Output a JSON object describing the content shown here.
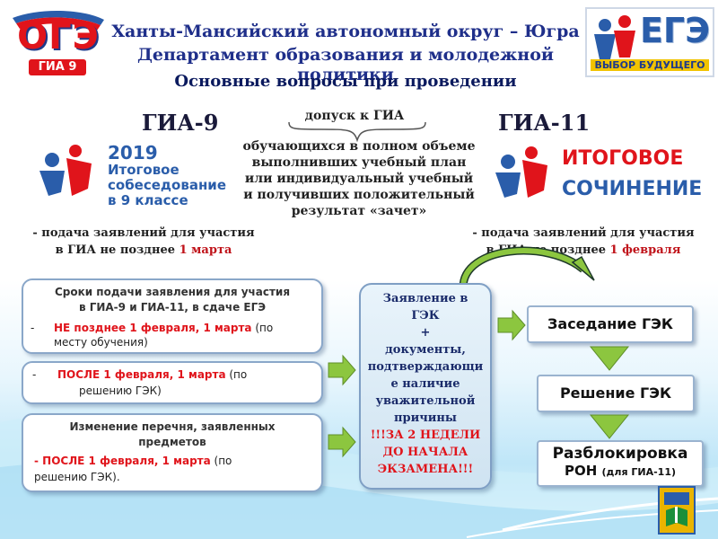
{
  "header": {
    "line1": "Ханты-Мансийский автономный округ – Югра",
    "line2": "Департамент образования и молодежной политики",
    "line3": "Основные вопросы при проведении"
  },
  "logos": {
    "oge": "ОГЭ",
    "oge_sub": "ГИА 9",
    "ege": "ЕГЭ",
    "ege_sub": "ВЫБОР БУДУЩЕГО",
    "sobes_year": "2019",
    "sobes_l1": "Итоговое",
    "sobes_l2": "собеседование",
    "sobes_l3": "в 9 классе",
    "soch_l1": "ИТОГОВОЕ",
    "soch_l2": "СОЧИНЕНИЕ"
  },
  "gia9": {
    "title": "ГИА-9",
    "note_prefix": "- подача заявлений для участия",
    "note_mid": "в ГИА не позднее ",
    "note_date": "1 марта"
  },
  "gia11": {
    "title": "ГИА-11",
    "note_prefix": "- подача заявлений для участия",
    "note_mid": "в ГИА не позднее ",
    "note_date": "1 февраля"
  },
  "admission": {
    "title": "допуск к ГИА",
    "lines": [
      "обучающихся в полном объеме",
      "выполнивших учебный план",
      "или индивидуальный учебный",
      "и получивших положительный",
      "результат «зачет»"
    ]
  },
  "left_boxes": {
    "box1_title": [
      "Сроки подачи заявления для участия",
      "в ГИА-9 и ГИА-11, в сдаче ЕГЭ"
    ],
    "box1_bullet": "-",
    "box1_red": "НЕ позднее 1 февраля, 1 марта",
    "box1_tail": " (по",
    "box1_line2": "месту обучения)",
    "box2_bullet": "-",
    "box2_red": "ПОСЛЕ 1 февраля, 1 марта",
    "box2_tail": " (по",
    "box2_line2": "решению ГЭК)",
    "box3_title": [
      "Изменение перечня, заявленных",
      "предметов"
    ],
    "box3_red": "- ПОСЛЕ 1 февраля, 1 марта",
    "box3_tail": " (по",
    "box3_line2": "решению ГЭК)."
  },
  "center_box": {
    "lines": [
      "Заявление в",
      "ГЭК",
      "+",
      "документы,",
      "подтверждающи",
      "е наличие",
      "уважительной",
      "причины"
    ],
    "red_lines": [
      "!!!ЗА 2 НЕДЕЛИ",
      "ДО НАЧАЛА",
      "ЭКЗАМЕНА!!!"
    ]
  },
  "right_boxes": {
    "step1": "Заседание ГЭК",
    "step2": "Решение ГЭК",
    "step3_l1": "Разблокировка",
    "step3_l2": "РОН",
    "step3_small": "(для ГИА-11)"
  },
  "colors": {
    "navy": "#1f2f8a",
    "red": "#e0141b",
    "green": "#8cc63f",
    "blue": "#2a5daa"
  }
}
